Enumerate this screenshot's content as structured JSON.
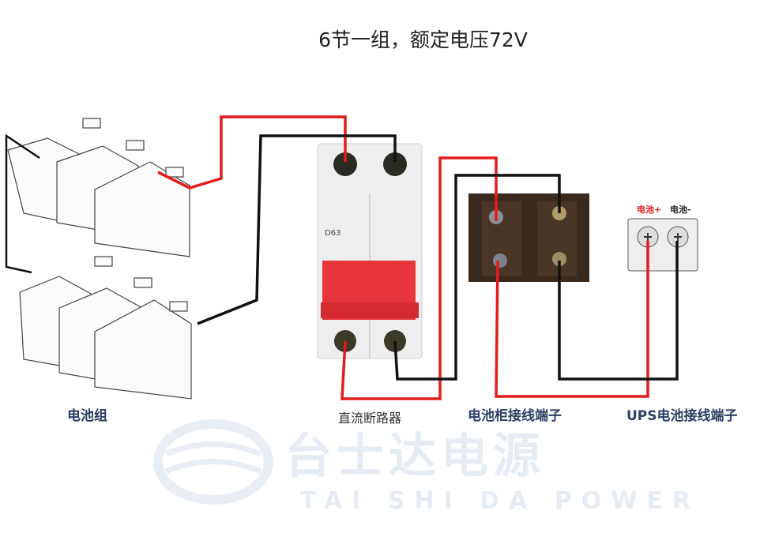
{
  "title": "6节一组，额定电压72V",
  "labels": {
    "battery_group": "电池组",
    "breaker": "直流断路器",
    "cabinet_terminal": "电池柜接线端子",
    "ups_terminal": "UPS电池接线端子"
  },
  "ups_terminal": {
    "positive": "电池+",
    "negative": "电池-"
  },
  "breaker_text": {
    "model": "D63"
  },
  "watermark": {
    "cn": "台士达电源",
    "en": "TAI SHI DA POWER"
  },
  "colors": {
    "positive_wire": "#e31b1b",
    "negative_wire": "#111111",
    "breaker_handle": "#e8343c"
  }
}
